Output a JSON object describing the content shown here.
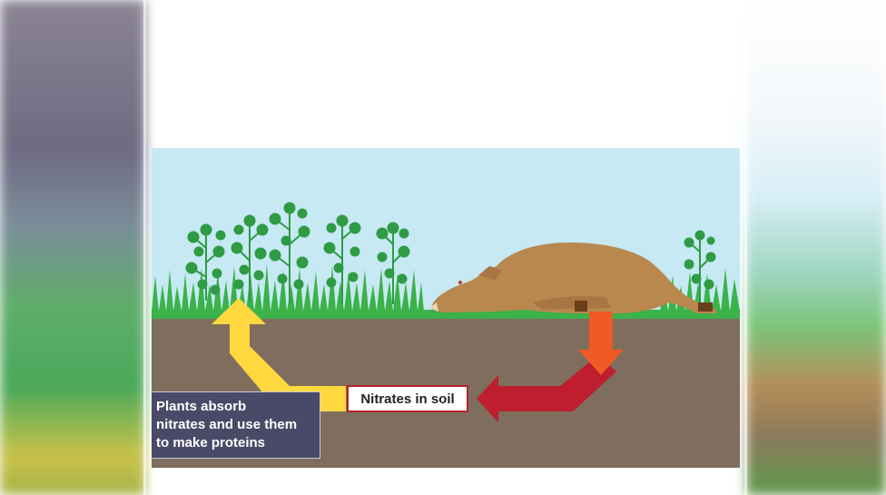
{
  "diagram": {
    "nitrates_label": "Nitrates in soil",
    "plants_text": [
      "Plants absorb",
      "nitrates and use them",
      "to make proteins"
    ]
  },
  "colors": {
    "sky": "#c6e9f3",
    "grass": "#3bb24a",
    "soil": "#7f6e5e",
    "plant_leaf": "#2f9b44",
    "animal": "#b9884f",
    "arrow_yellow": "#ffd83f",
    "arrow_orange": "#f15a24",
    "arrow_red": "#be1e2d",
    "label_border": "#b8202a",
    "text_box": "#4a4a68"
  },
  "icons": [
    "plant-icon",
    "dead-animal-icon"
  ]
}
